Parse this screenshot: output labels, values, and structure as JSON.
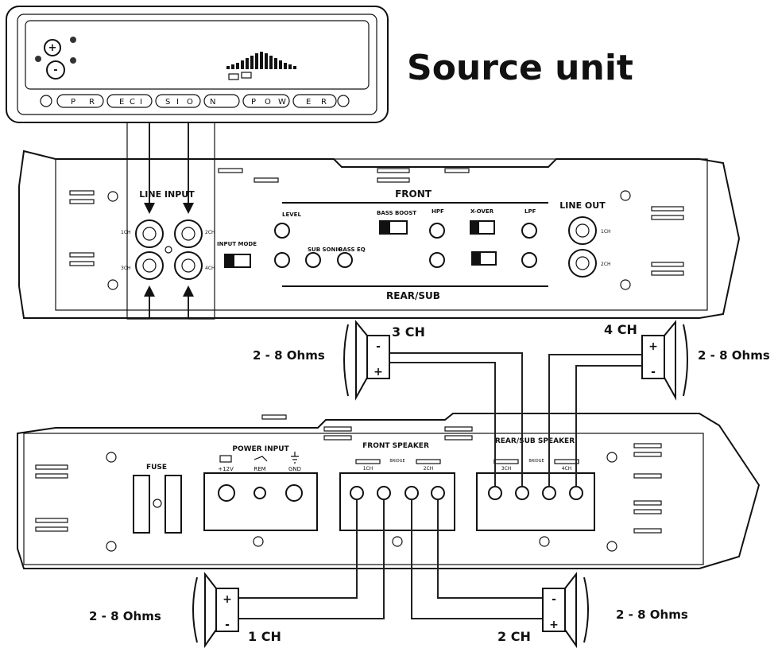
{
  "source_unit": {
    "title": "Source unit",
    "button_letters": [
      "P",
      "R",
      "E",
      "C",
      "I",
      "S",
      "I",
      "O",
      "N",
      "P",
      "O",
      "W",
      "E",
      "R"
    ]
  },
  "upper_amp": {
    "line_input": "LINE INPUT",
    "line_out": "LINE OUT",
    "input_mode": "INPUT MODE",
    "front": "FRONT",
    "rear_sub": "REAR/SUB",
    "level": "LEVEL",
    "sub_sonic": "SUB SONIC",
    "bass_eq": "BASS EQ",
    "bass_boost": "BASS BOOST",
    "hpf": "HPF",
    "x_over": "X-OVER",
    "lpf": "LPF",
    "ch1": "1CH",
    "ch2": "2CH",
    "ch3": "3CH",
    "ch4": "4CH"
  },
  "lower_amp": {
    "fuse": "FUSE",
    "power_input": "POWER INPUT",
    "plus12v": "+12V",
    "rem": "REM",
    "gnd": "GND",
    "front_speaker": "FRONT SPEAKER",
    "rear_sub_speaker": "REAR/SUB SPEAKER",
    "bridge": "BRIDGE"
  },
  "speakers": {
    "ch3": "3 CH",
    "ch4": "4 CH",
    "ch1": "1 CH",
    "ch2": "2 CH",
    "ohms_left_top": "2 - 8 Ohms",
    "ohms_right_top": "2 - 8 Ohms",
    "ohms_left_bottom": "2 - 8 Ohms",
    "ohms_right_bottom": "2 - 8 Ohms",
    "plus": "+",
    "minus": "-"
  }
}
